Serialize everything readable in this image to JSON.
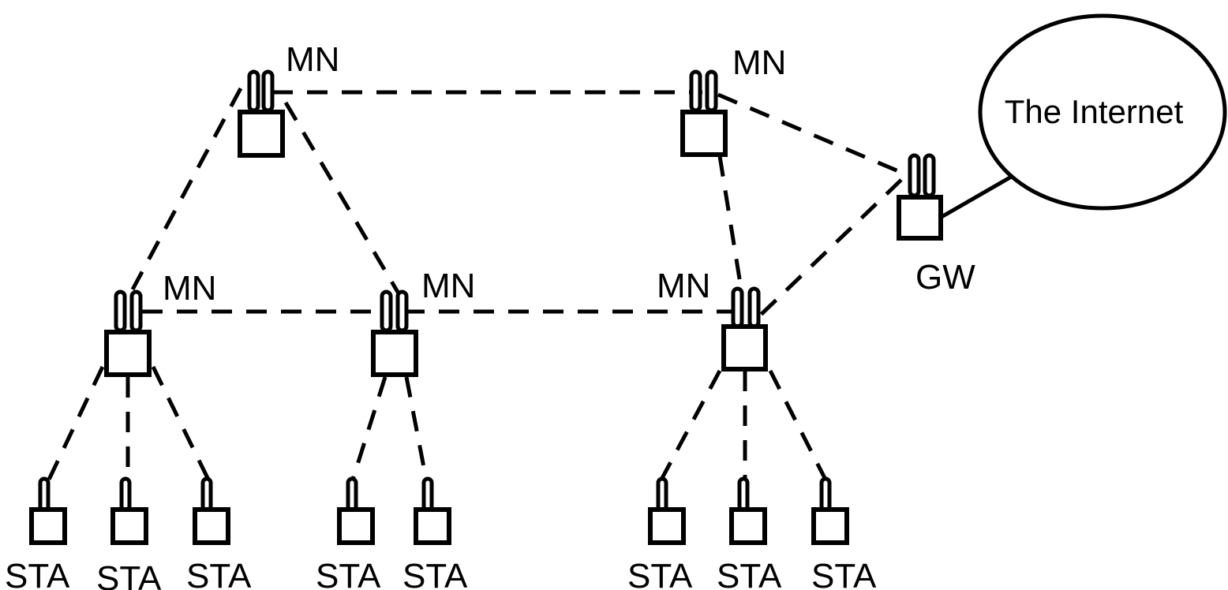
{
  "diagram": {
    "cloud_label": "The Internet",
    "gateway_label": "GW",
    "mesh_node_label": "MN",
    "station_label": "STA"
  }
}
